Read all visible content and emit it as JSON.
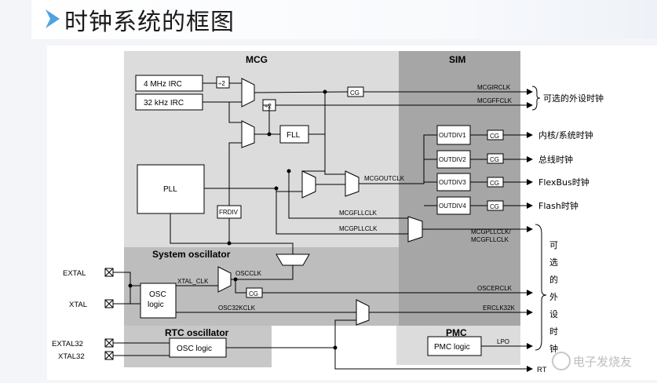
{
  "title": "时钟系统的框图",
  "colors": {
    "mcg_bg": "#dcdcdc",
    "sim_bg": "#a6a6a6",
    "osc_bg": "#bdbdbd",
    "title_bullet": "#4fa3e0"
  },
  "regions": {
    "mcg": "MCG",
    "sim": "SIM",
    "system_oscillator": "System oscillator",
    "rtc_oscillator": "RTC oscillator",
    "pmc": "PMC"
  },
  "blocks": {
    "irc4": "4 MHz IRC",
    "irc32": "32 kHz IRC",
    "div2_a": "÷2",
    "div2_b": "÷2",
    "fll": "FLL",
    "pll": "PLL",
    "frdiv": "FRDIV",
    "cg": "CG",
    "osc_logic_1": "OSC",
    "osc_logic_2": "logic",
    "rtc_osc_logic": "OSC logic",
    "pmc_logic": "PMC logic",
    "outdiv1": "OUTDIV1",
    "outdiv2": "OUTDIV2",
    "outdiv3": "OUTDIV3",
    "outdiv4": "OUTDIV4"
  },
  "signals": {
    "mcgirclk": "MCGIRCLK",
    "mcgffclk": "MCGFFCLK",
    "mcgoutclk": "MCGOUTCLK",
    "mcgfllclk": "MCGFLLCLK",
    "mcgpllclk": "MCGPLLCLK",
    "mcgpll_fll_1": "MCGPLLCLK/",
    "mcgpll_fll_2": "MCGFLLCLK",
    "xtal_clk": "XTAL_CLK",
    "oscclk": "OSCCLK",
    "oscerclk": "OSCERCLK",
    "osc32kclk": "OSC32KCLK",
    "erclk32k": "ERCLK32K",
    "lpo": "LPO"
  },
  "pins": {
    "extal": "EXTAL",
    "xtal": "XTAL",
    "extal32": "EXTAL32",
    "xtal32": "XTAL32"
  },
  "outputs": {
    "optional_1": "可选的外设时钟",
    "core": "内核/系统时钟",
    "bus": "总线时钟",
    "flexbus": "FlexBus时钟",
    "flash": "Flash时钟",
    "optional_2_chars": [
      "可",
      "选",
      "的",
      "外",
      "设",
      "时",
      "钟"
    ],
    "rtc_out": "RT"
  },
  "watermark": "电子发烧友"
}
